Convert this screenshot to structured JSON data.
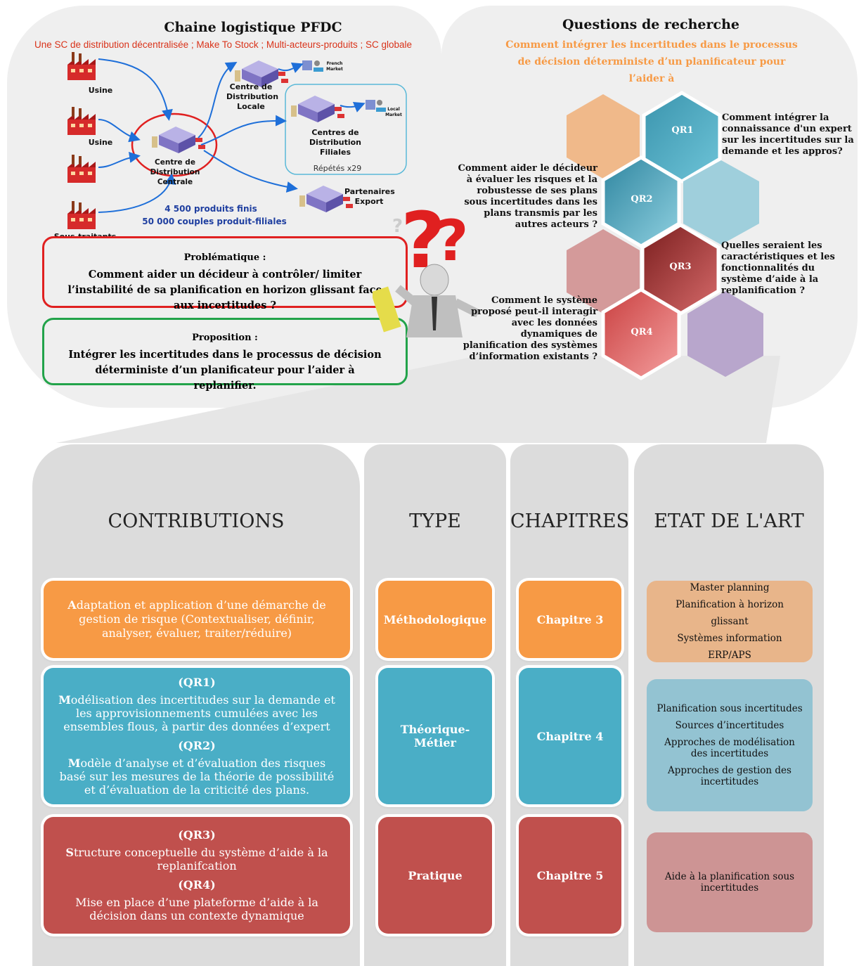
{
  "colors": {
    "orange": "#f79a45",
    "teal": "#4aaec6",
    "red": "#c0504d",
    "green": "#22a34a",
    "accent_red": "#e02020",
    "blue": "#1f3fa0"
  },
  "supply_chain": {
    "title": "Chaine logistique  PFDC",
    "subtitle": "Une SC de distribution décentralisée ;  Make To Stock ; Multi-acteurs-produits ; SC globale",
    "usine_1": "Usine",
    "usine_2": "Usine",
    "sous_traitants": "Sous-traitants",
    "cd_centrale": "Centre de Distribution Centrale",
    "cd_locale": "Centre de Distribution Locale",
    "cd_filiales": "Centres de Distribution Filiales",
    "repetes": "Répétés x29",
    "french_market": "French Market",
    "local_market": "Local Market",
    "partenaires": "Partenaires Export",
    "produits": "4 500 produits finis",
    "couples": "50 000 couples produit-filiales"
  },
  "problematique": {
    "title": "Problématique :",
    "text": "Comment aider un décideur à contrôler/ limiter l’instabilité de sa planification en horizon glissant face aux incertitudes ?"
  },
  "proposition": {
    "title": "Proposition :",
    "text": "Intégrer les incertitudes dans le processus de décision déterministe d’un planificateur pour l’aider à replanifier."
  },
  "research": {
    "title": "Questions de recherche",
    "subtitle": "Comment intégrer les incertitudes dans le processus de décision déterministe d’un planificateur pour l’aider à",
    "qr1_label": "QR1",
    "qr2_label": "QR2",
    "qr3_label": "QR3",
    "qr4_label": "QR4",
    "qr1_text": "Comment intégrer la connaissance d'un expert sur les incertitudes sur la demande et les appros?",
    "qr2_text": "Comment aider le décideur à évaluer les risques et la robustesse de ses plans sous incertitudes dans les plans transmis par les autres acteurs ?",
    "qr3_text": "Quelles seraient les caractéristiques et les fonctionnalités du système d’aide à la replanification ?",
    "qr4_text": "Comment le système proposé peut-il interagir avec les données dynamiques de planification des systèmes d’information existants ?"
  },
  "columns": {
    "contributions": "CONTRIBUTIONS",
    "type": "TYPE",
    "chapitres": "CHAPITRES",
    "etat": "ETAT DE L'ART"
  },
  "rows": [
    {
      "contribution_initial": "A",
      "contribution_rest": "daptation et application d’une démarche de gestion de risque (Contextualiser, définir, analyser, évaluer, traiter/réduire)",
      "type": "Méthodologique",
      "chapter": "Chapitre 3",
      "etat": [
        "Master planning",
        "Planification à horizon glissant",
        "Systèmes information ERP/APS"
      ]
    },
    {
      "qa": "(QR1)",
      "a_initial": "M",
      "a_rest": "odélisation des incertitudes sur la demande et les approvisionnements cumulées avec les ensembles flous, à partir des données d’expert",
      "qb": "(QR2)",
      "b_initial": "M",
      "b_rest": "odèle d’analyse et d’évaluation des risques basé sur les mesures de la théorie de possibilité et d’évaluation de la criticité des plans.",
      "type": "Théorique-Métier",
      "chapter": "Chapitre 4",
      "etat": [
        "Planification sous incertitudes",
        "Sources d’incertitudes",
        "Approches de modélisation des incertitudes",
        "Approches de gestion des incertitudes"
      ]
    },
    {
      "qa": "(QR3)",
      "a_initial": "S",
      "a_rest": "tructure conceptuelle du système d’aide à la replanifcation",
      "qb": "(QR4)",
      "b_text": "Mise en place d’une plateforme d’aide à la décision dans un contexte dynamique",
      "type": "Pratique",
      "chapter": "Chapitre 5",
      "etat": [
        "Aide à la planification sous incertitudes"
      ]
    }
  ]
}
